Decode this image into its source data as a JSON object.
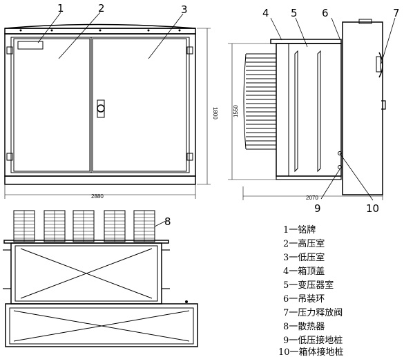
{
  "callouts": {
    "c1": "1",
    "c2": "2",
    "c3": "3",
    "c4": "4",
    "c5": "5",
    "c6": "6",
    "c7": "7",
    "c8": "8",
    "c9": "9",
    "c10": "10"
  },
  "dimensions": {
    "front_width": "2880",
    "front_height": "1800",
    "side_width": "2070",
    "side_height": "1550"
  },
  "legend": [
    "1一铭牌",
    "2一高压室",
    "3一低压室",
    "4一箱顶盖",
    "5一变压器室",
    "6一吊装环",
    "7一压力释放阀",
    "8一散热器",
    "9一低压接地桩",
    "10一箱体接地桩"
  ]
}
